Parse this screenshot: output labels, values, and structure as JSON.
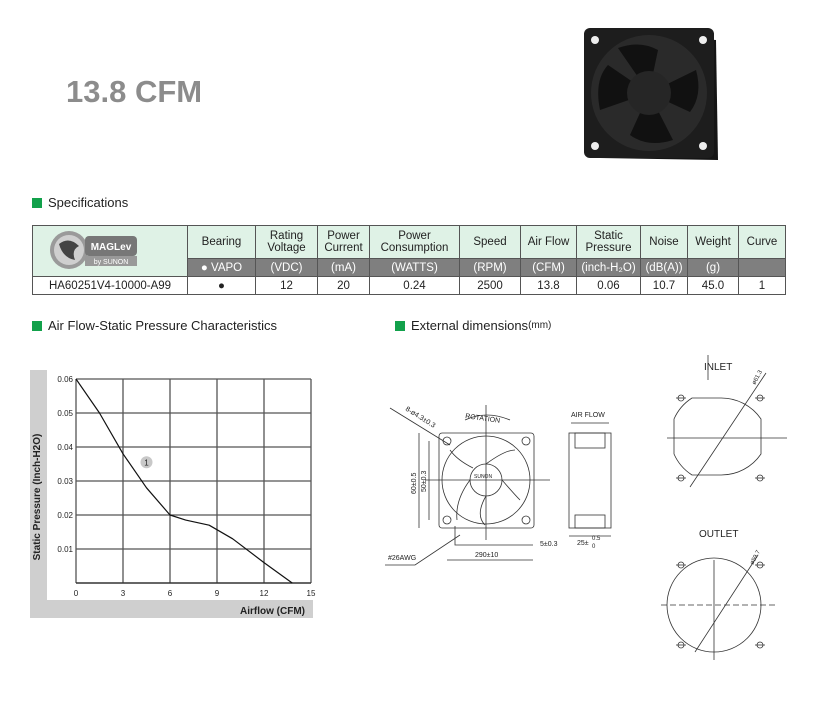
{
  "title": "13.8 CFM",
  "sections": {
    "specifications": "Specifications",
    "curve": "Air Flow-Static Pressure Characteristics",
    "dimensions": "External dimensions",
    "dimensions_unit": "(mm)"
  },
  "logo": {
    "brand": "MAGLev",
    "sub": "by SUNON"
  },
  "table": {
    "headers": [
      "Bearing",
      "Rating Voltage",
      "Power Current",
      "Power Consumption",
      "Speed",
      "Air Flow",
      "Static Pressure",
      "Noise",
      "Weight",
      "Curve"
    ],
    "units": [
      "● VAPO",
      "(VDC)",
      "(mA)",
      "(WATTS)",
      "(RPM)",
      "(CFM)",
      "(inch-H₂O)",
      "(dB(A))",
      "(g)",
      ""
    ],
    "row": {
      "model": "HA60251V4-10000-A99",
      "values": [
        "●",
        "12",
        "20",
        "0.24",
        "2500",
        "13.8",
        "0.06",
        "10.7",
        "45.0",
        "1"
      ]
    }
  },
  "chart_data": {
    "type": "line",
    "xlabel": "Airflow (CFM)",
    "ylabel": "Static Pressure (Inch-H2O)",
    "xlim": [
      0,
      15
    ],
    "ylim": [
      0,
      0.06
    ],
    "xticks": [
      "0",
      "3",
      "6",
      "9",
      "12",
      "15"
    ],
    "yticks": [
      "0.01",
      "0.02",
      "0.03",
      "0.04",
      "0.05",
      "0.06"
    ],
    "grid": true,
    "series": [
      {
        "name": "1",
        "x": [
          0,
          1.5,
          3,
          4.5,
          6,
          7,
          8.5,
          10,
          12,
          13.8
        ],
        "y": [
          0.06,
          0.05,
          0.038,
          0.028,
          0.02,
          0.0185,
          0.017,
          0.013,
          0.006,
          0
        ]
      }
    ],
    "annotation": "1"
  },
  "drawing": {
    "holes": "8-ø4.3±0.3",
    "rotation": "ROTATION",
    "airflow": "AIR FLOW",
    "h1": "60±0.5",
    "h2": "50±0.3",
    "brand": "SUNON",
    "wire": "#26AWG",
    "lead": "290±10",
    "strip": "5±0.3",
    "depth": "25±",
    "depth_tol_up": "0.5",
    "depth_tol_dn": "0",
    "inlet": "INLET",
    "inlet_dia": "ø61.3",
    "outlet": "OUTLET",
    "outlet_dia": "ø59.7"
  }
}
